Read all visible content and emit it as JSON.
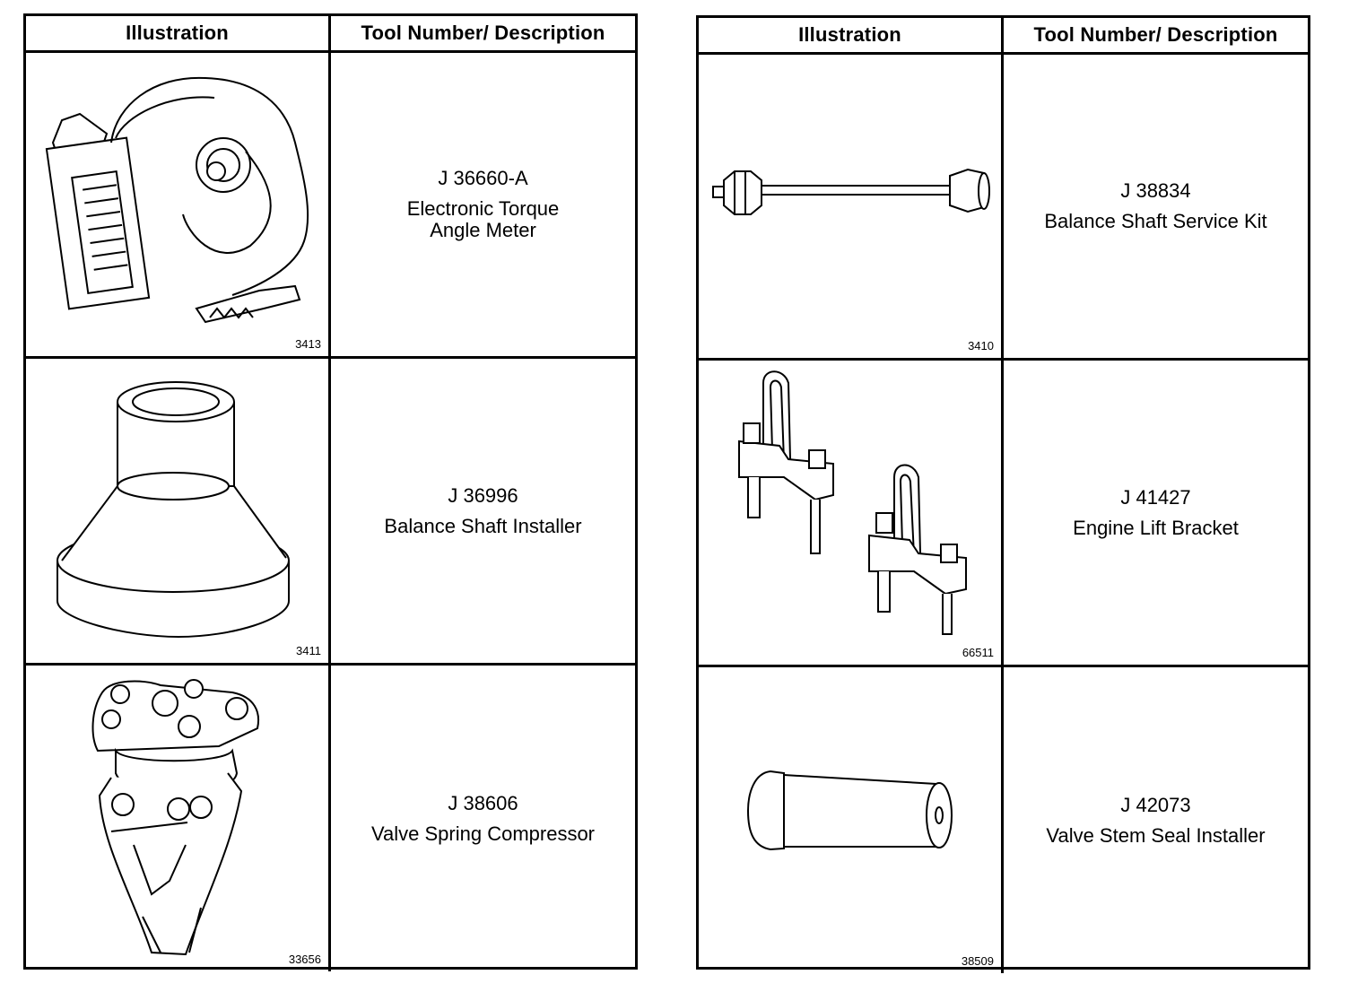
{
  "tables": [
    {
      "headers": {
        "illustration": "Illustration",
        "description": "Tool Number/ Description"
      },
      "rows": [
        {
          "tool_number": "J 36660-A",
          "description_line1": "Electronic Torque",
          "description_line2": "Angle Meter",
          "figure_number": "3413",
          "icon": "torque-angle-meter-icon"
        },
        {
          "tool_number": "J 36996",
          "description_line1": "Balance Shaft Installer",
          "description_line2": "",
          "figure_number": "3411",
          "icon": "balance-shaft-installer-icon"
        },
        {
          "tool_number": "J 38606",
          "description_line1": "Valve Spring Compressor",
          "description_line2": "",
          "figure_number": "33656",
          "icon": "valve-spring-compressor-icon"
        }
      ]
    },
    {
      "headers": {
        "illustration": "Illustration",
        "description": "Tool Number/ Description"
      },
      "rows": [
        {
          "tool_number": "J 38834",
          "description_line1": "Balance Shaft Service Kit",
          "description_line2": "",
          "figure_number": "3410",
          "icon": "balance-shaft-service-kit-icon"
        },
        {
          "tool_number": "J 41427",
          "description_line1": "Engine Lift Bracket",
          "description_line2": "",
          "figure_number": "66511",
          "icon": "engine-lift-bracket-icon"
        },
        {
          "tool_number": "J 42073",
          "description_line1": "Valve Stem Seal Installer",
          "description_line2": "",
          "figure_number": "38509",
          "icon": "valve-stem-seal-installer-icon"
        }
      ]
    }
  ]
}
